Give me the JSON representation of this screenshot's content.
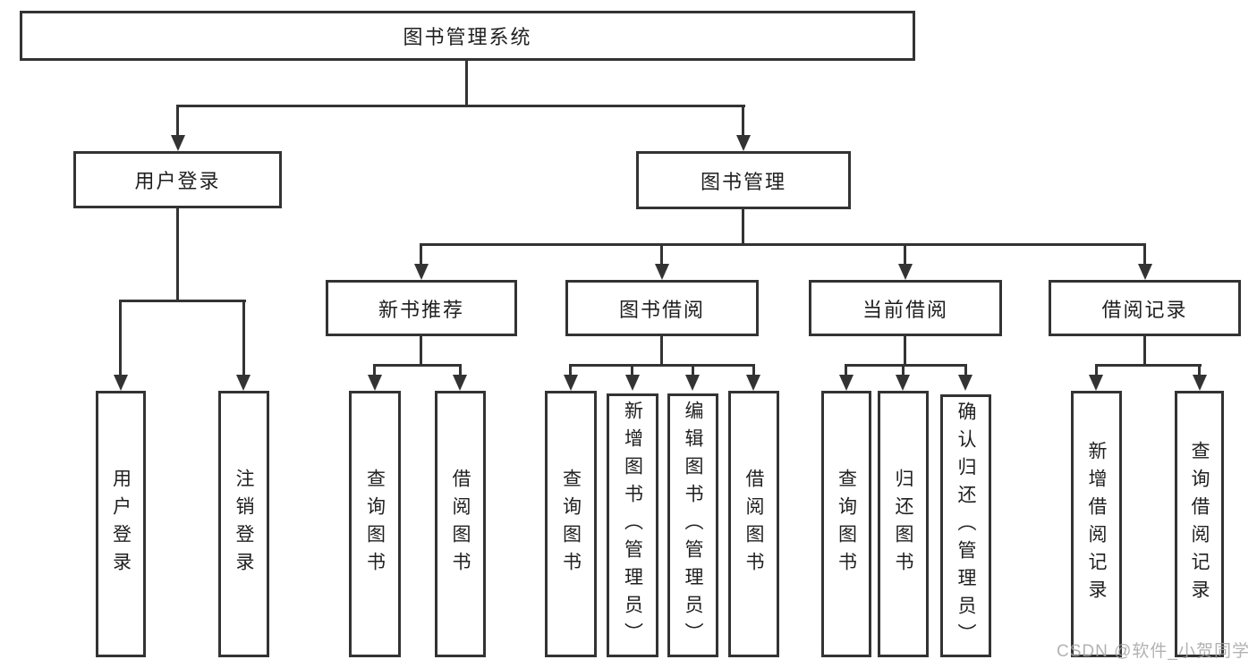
{
  "diagram": {
    "type": "hierarchy-tree",
    "colors": {
      "line": "#333333",
      "box_border": "#333333",
      "text": "#1f1f1f",
      "background": "#ffffff",
      "watermark": "#a4a4a4"
    },
    "watermark": "CSDN @软件_小贺同学",
    "nodes": {
      "root": {
        "label": "图书管理系统"
      },
      "user-login": {
        "label": "用户登录"
      },
      "book-management": {
        "label": "图书管理"
      },
      "new-book-recommend": {
        "label": "新书推荐"
      },
      "book-borrowing": {
        "label": "图书借阅"
      },
      "current-borrowing": {
        "label": "当前借阅"
      },
      "borrowing-records": {
        "label": "借阅记录"
      },
      "leaf-user-login": {
        "label": "用户登录"
      },
      "leaf-logout": {
        "label": "注销登录"
      },
      "leaf-query-book-1": {
        "label": "查询图书"
      },
      "leaf-borrow-book-1": {
        "label": "借阅图书"
      },
      "leaf-query-book-2": {
        "label": "查询图书"
      },
      "leaf-add-book": {
        "label": "新增图书（管理员）"
      },
      "leaf-edit-book": {
        "label": "编辑图书（管理员）"
      },
      "leaf-borrow-book-2": {
        "label": "借阅图书"
      },
      "leaf-query-book-3": {
        "label": "查询图书"
      },
      "leaf-return-book": {
        "label": "归还图书"
      },
      "leaf-confirm-return": {
        "label": "确认归还（管理员）"
      },
      "leaf-add-borrow-record": {
        "label": "新增借阅记录"
      },
      "leaf-query-borrow-record": {
        "label": "查询借阅记录"
      }
    },
    "structure": {
      "root": [
        "user-login",
        "book-management"
      ],
      "user-login": [
        "leaf-user-login",
        "leaf-logout"
      ],
      "book-management": [
        "new-book-recommend",
        "book-borrowing",
        "current-borrowing",
        "borrowing-records"
      ],
      "new-book-recommend": [
        "leaf-query-book-1",
        "leaf-borrow-book-1"
      ],
      "book-borrowing": [
        "leaf-query-book-2",
        "leaf-add-book",
        "leaf-edit-book",
        "leaf-borrow-book-2"
      ],
      "current-borrowing": [
        "leaf-query-book-3",
        "leaf-return-book",
        "leaf-confirm-return"
      ],
      "borrowing-records": [
        "leaf-add-borrow-record",
        "leaf-query-borrow-record"
      ]
    }
  }
}
